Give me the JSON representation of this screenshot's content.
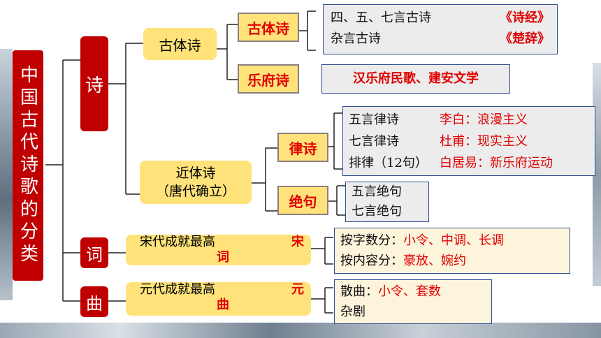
{
  "root": "中国古代诗歌的分类",
  "shi": "诗",
  "ci": "词",
  "qu": "曲",
  "guti": "古体诗",
  "jinti_line1": "近体诗",
  "jinti_line2": "（唐代确立）",
  "guti_sub": {
    "label": "古体诗",
    "rows": [
      {
        "left": "四、五、七言古诗",
        "right": "《诗经》"
      },
      {
        "left": "杂言古诗",
        "right": "《楚辞》"
      }
    ]
  },
  "yuefu": {
    "label": "乐府诗",
    "text": "汉乐府民歌、建安文学"
  },
  "lvshi": {
    "label": "律诗",
    "rows": [
      {
        "left": "五言律诗",
        "right": "李白：浪漫主义"
      },
      {
        "left": "七言律诗",
        "right": "杜甫：现实主义"
      },
      {
        "left": "排律（12句）",
        "right": "白居易：新乐府运动"
      }
    ]
  },
  "jueju": {
    "label": "绝句",
    "rows": [
      "五言绝句",
      "七言绝句"
    ]
  },
  "ci_branch": {
    "label_main": "宋代成就最高",
    "label_red": "宋词",
    "rows": [
      {
        "prefix": "按字数分：",
        "value": "小令、中调、长调"
      },
      {
        "prefix": "按内容分：",
        "value": "豪放、婉约"
      }
    ]
  },
  "qu_branch": {
    "label_main": "元代成就最高",
    "label_red": "元曲",
    "rows": [
      {
        "prefix": "散曲：",
        "value": "小令、套数"
      },
      {
        "prefix": "杂剧",
        "value": ""
      }
    ]
  },
  "colors": {
    "red": "#c00000",
    "bright_red": "#e00000",
    "yellow": "#ffe27a",
    "panel_border": "#2f4f8f"
  }
}
